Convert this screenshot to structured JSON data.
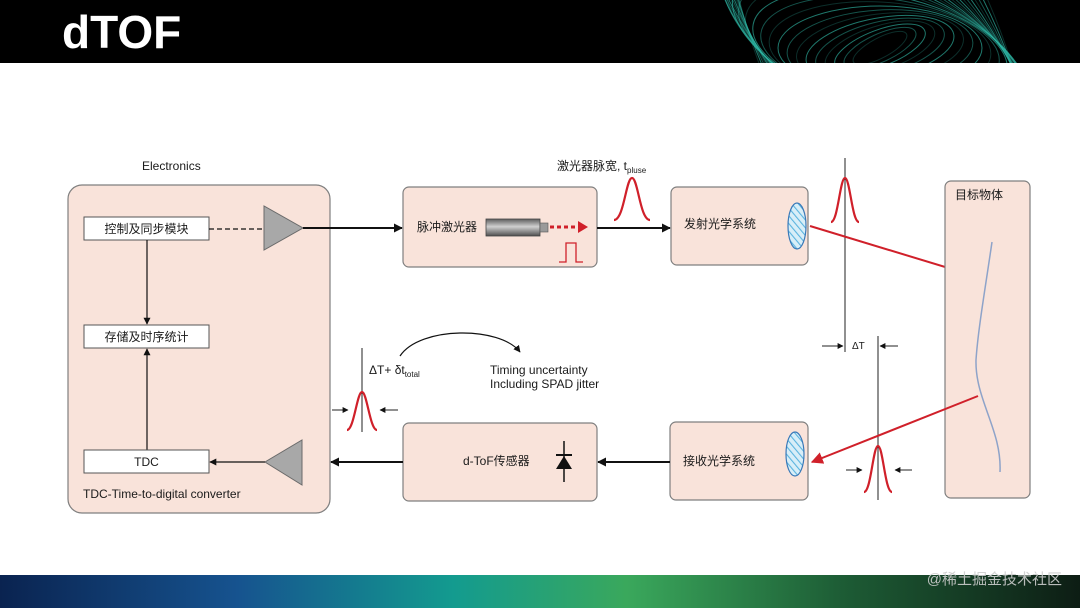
{
  "header": {
    "title": "dTOF"
  },
  "diagram": {
    "electronics": {
      "label": "Electronics",
      "control_block": "控制及同步模块",
      "storage_block": "存储及时序统计",
      "tdc_block": "TDC",
      "caption": "TDC-Time-to-digital converter"
    },
    "laser": {
      "label": "脉冲激光器"
    },
    "pulse_width": {
      "label": "激光器脉宽, t",
      "subscript": "pluse"
    },
    "tx_optics": {
      "label": "发射光学系统"
    },
    "target": {
      "label": "目标物体"
    },
    "round_trip": {
      "label": "ΔT"
    },
    "total_delay": {
      "label": "ΔT+ δt",
      "subscript": "total"
    },
    "timing_note": {
      "line1": "Timing uncertainty",
      "line2": "Including SPAD jitter"
    },
    "rx_optics": {
      "label": "接收光学系统"
    },
    "sensor": {
      "label": "d-ToF传感器"
    }
  },
  "icons": {
    "tx_amplifier": "amplifier-icon",
    "rx_amplifier": "amplifier-icon",
    "laser_emitter": "laser-emitter-icon",
    "tx_lens": "lens-icon",
    "rx_lens": "lens-icon",
    "photodiode": "photodiode-icon"
  },
  "colors": {
    "header_bg": "#000000",
    "block_fill": "#f9e3da",
    "block_stroke": "#7f7f7f",
    "pulse_red": "#d0202a",
    "amp_gray": "#a8a8a8",
    "lens_stroke": "#3a79b8",
    "target_curve": "#8ea3c9",
    "swirl_teal": "#2fb8a6"
  },
  "footer": {
    "watermark": "@稀土掘金技术社区"
  }
}
